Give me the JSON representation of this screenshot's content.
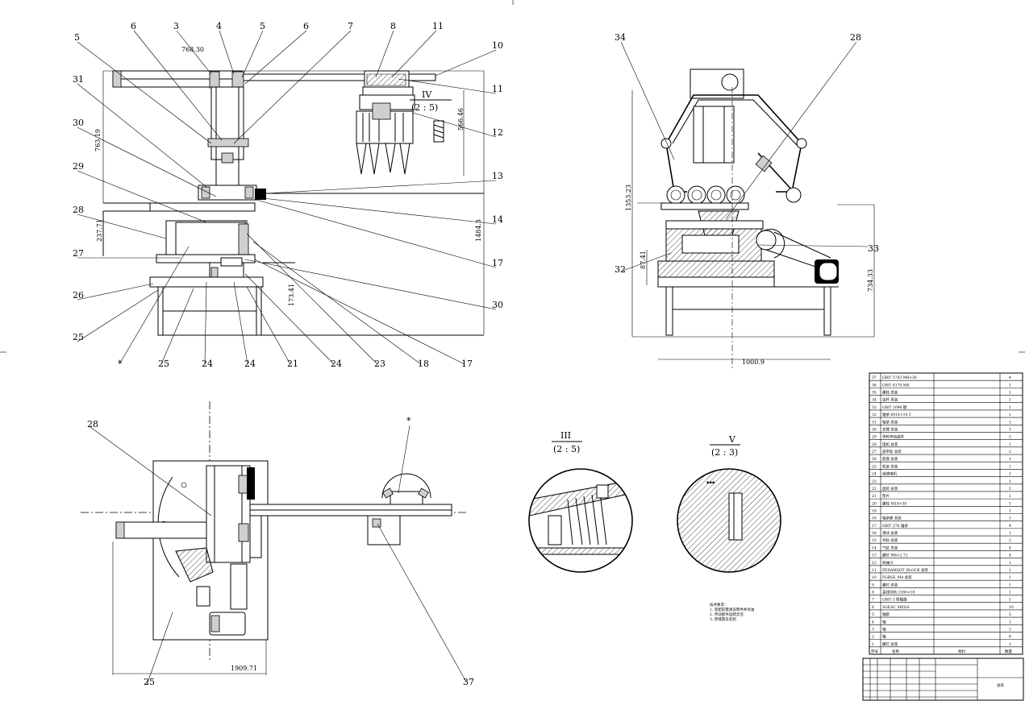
{
  "drawing": {
    "view_front": {
      "callouts_top": [
        "5",
        "6",
        "3",
        "4",
        "5",
        "6",
        "7",
        "8",
        "11",
        "10"
      ],
      "callouts_right": [
        "11",
        "12",
        "13",
        "14",
        "17",
        "30"
      ],
      "callouts_left": [
        "31",
        "30",
        "29",
        "28",
        "27",
        "26",
        "25"
      ],
      "callouts_bottom": [
        "*",
        "25",
        "24",
        "24",
        "21",
        "24",
        "23",
        "18",
        "17"
      ],
      "dims": {
        "top_width": "768.30",
        "left_height": "763.19",
        "box_height": "566.46",
        "base_height": "237.71",
        "total_height": "1484.3",
        "right_height": "173.41"
      },
      "detail_label": "IV",
      "detail_scale": "(2 : 5)"
    },
    "view_side": {
      "callouts": [
        "34",
        "28",
        "33",
        "32"
      ],
      "dims": {
        "height1": "1353.23",
        "height2": "87.41",
        "height3": "734.33",
        "width": "1000.9"
      }
    },
    "view_top": {
      "callouts": [
        "28",
        "*",
        "25",
        "37"
      ],
      "dims": {
        "width": "1909.71"
      }
    },
    "detail_three": {
      "label": "III",
      "scale": "(2 : 5)"
    },
    "detail_five": {
      "label": "V",
      "scale": "(2 : 3)"
    },
    "tech_notes": [
      "技术要求：",
      "1. 装配前需清洗零件并涂油",
      "2. 传动部件运转灵活",
      "3. 焊缝需去毛刺"
    ],
    "bom": {
      "rows": [
        {
          "no": "37",
          "name": "GB/T 5783 M8×30",
          "qty": "4"
        },
        {
          "no": "36",
          "name": "GB/T 6170 M8",
          "qty": "1"
        },
        {
          "no": "35",
          "name": "螺栓 总装",
          "qty": "1"
        },
        {
          "no": "34",
          "name": "连杆 总装",
          "qty": "1"
        },
        {
          "no": "33",
          "name": "GB/T 1096 键",
          "qty": "1"
        },
        {
          "no": "32",
          "name": "轴承 6014×10.3",
          "qty": "1"
        },
        {
          "no": "31",
          "name": "轴承 总装",
          "qty": "1"
        },
        {
          "no": "30",
          "name": "支撑 总装",
          "qty": "1"
        },
        {
          "no": "29",
          "name": "带轮传动组件",
          "qty": "2"
        },
        {
          "no": "28",
          "name": "电机 总装",
          "qty": "1"
        },
        {
          "no": "27",
          "name": "皮带轮 总装",
          "qty": "2"
        },
        {
          "no": "26",
          "name": "底座 总装",
          "qty": "1"
        },
        {
          "no": "25",
          "name": "机架 总装",
          "qty": "1"
        },
        {
          "no": "24",
          "name": "减速电机",
          "qty": "1"
        },
        {
          "no": "23",
          "name": "",
          "qty": "1"
        },
        {
          "no": "22",
          "name": "齿轮 总装",
          "qty": "2"
        },
        {
          "no": "21",
          "name": "垫片",
          "qty": "1"
        },
        {
          "no": "20",
          "name": "螺栓 M10×30",
          "qty": "1"
        },
        {
          "no": "19",
          "name": "",
          "qty": "1"
        },
        {
          "no": "18",
          "name": "轴承座 总装",
          "qty": "1"
        },
        {
          "no": "17",
          "name": "GB/T 276 轴承",
          "qty": "4"
        },
        {
          "no": "16",
          "name": "滑块 总装",
          "qty": "1"
        },
        {
          "no": "15",
          "name": "导轨 总装",
          "qty": "2"
        },
        {
          "no": "14",
          "name": "气缸 总装",
          "qty": "4"
        },
        {
          "no": "13",
          "name": "螺钉 M8×2.72",
          "qty": "4"
        },
        {
          "no": "12",
          "name": "机械爪",
          "qty": "1"
        },
        {
          "no": "11",
          "name": "PEDAMSOT_BLOCK 总装",
          "qty": "1"
        },
        {
          "no": "10",
          "name": "FGRSE_M4 总装",
          "qty": "1"
        },
        {
          "no": "9",
          "name": "螺钉 总装",
          "qty": "1"
        },
        {
          "no": "8",
          "name": "直线导轨 2380×10",
          "qty": "1"
        },
        {
          "no": "7",
          "name": "GB/T 1 联轴器",
          "qty": "1"
        },
        {
          "no": "6",
          "name": "SGEAC_MEGA",
          "qty": "10"
        },
        {
          "no": "5",
          "name": "轴套",
          "qty": "5"
        },
        {
          "no": "4",
          "name": "轴",
          "qty": "1"
        },
        {
          "no": "3",
          "name": "轴",
          "qty": "2"
        },
        {
          "no": "2",
          "name": "轴",
          "qty": "6"
        },
        {
          "no": "1",
          "name": "螺钉 总装",
          "qty": "1"
        }
      ],
      "header": {
        "no": "序号",
        "name": "名称",
        "material": "材料",
        "qty": "数量"
      }
    },
    "title_block": {
      "title": "总装"
    }
  }
}
